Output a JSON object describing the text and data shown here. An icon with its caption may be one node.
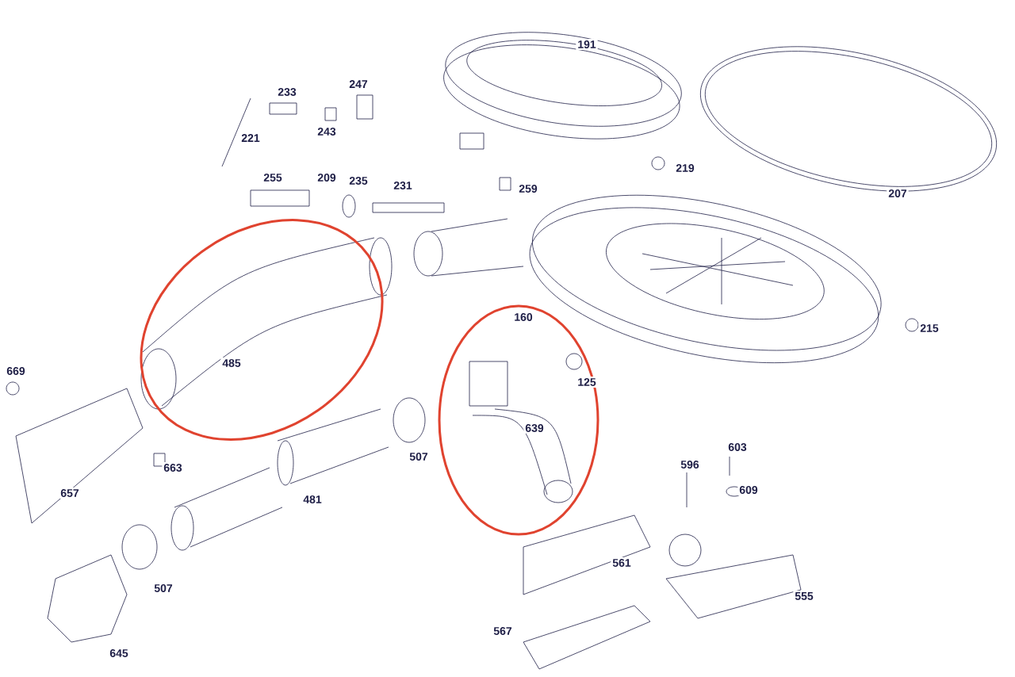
{
  "diagram": {
    "labels": [
      "191",
      "207",
      "219",
      "259",
      "215",
      "221",
      "233",
      "243",
      "247",
      "255",
      "209",
      "235",
      "231",
      "485",
      "160",
      "125",
      "639",
      "669",
      "663",
      "657",
      "507",
      "481",
      "507",
      "645",
      "561",
      "567",
      "596",
      "603",
      "609",
      "555"
    ]
  }
}
